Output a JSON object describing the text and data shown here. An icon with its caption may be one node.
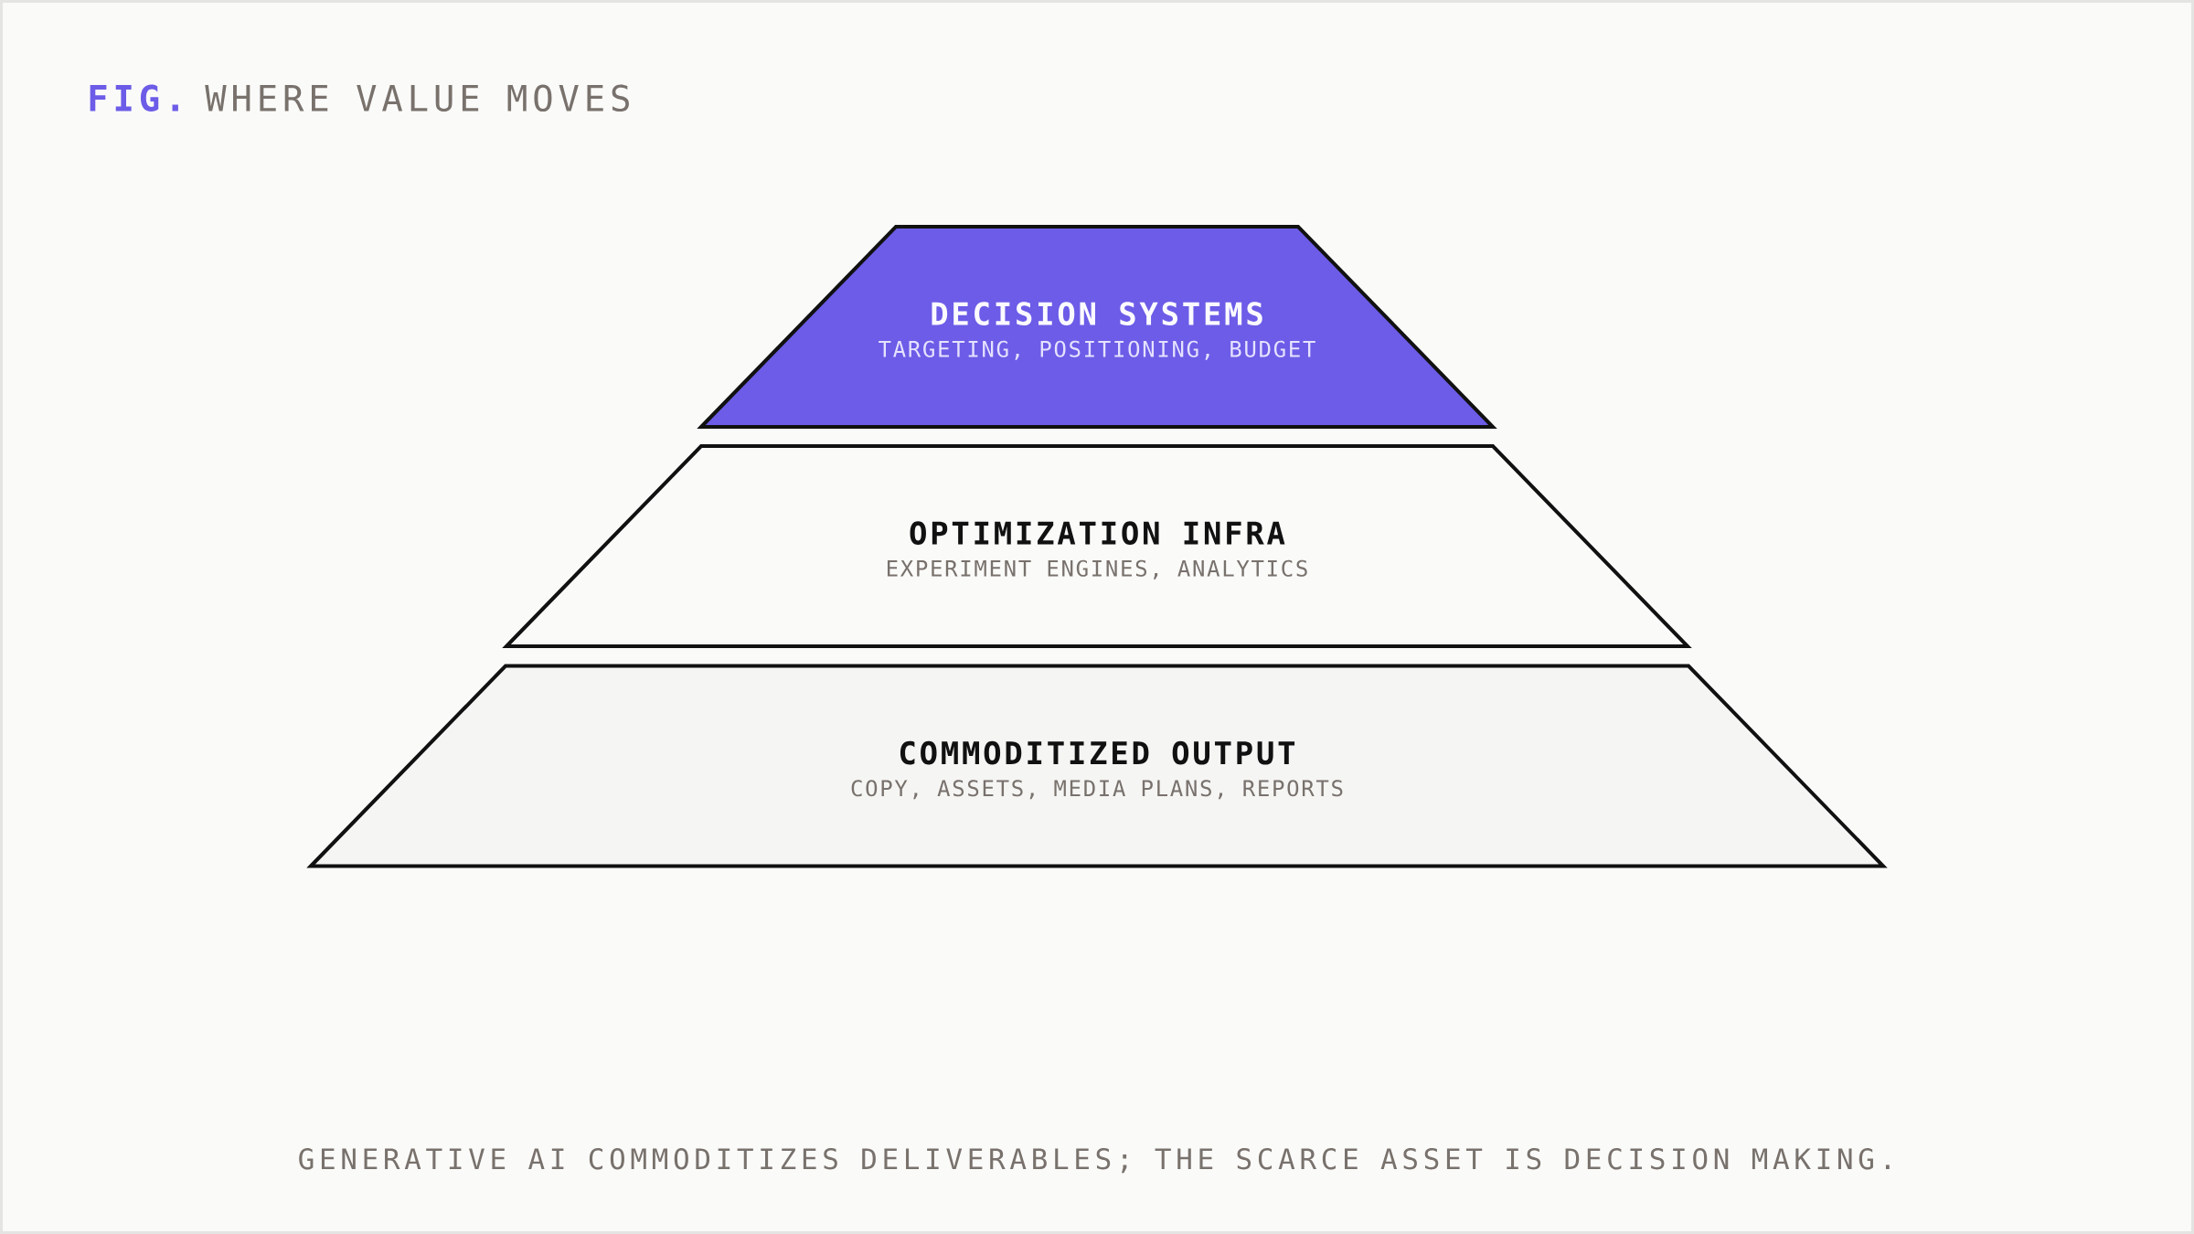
{
  "diagram": {
    "title": "WHERE VALUE MOVES",
    "caption": "GENERATIVE AI COMMODITIZES DELIVERABLES; THE SCARCE ASSET IS DECISION MAKING.",
    "labels": [
      "FIG."
    ],
    "nodes": [
      {
        "text": [
          "DECISION SYSTEMS",
          "TARGETING, POSITIONING, BUDGET"
        ]
      },
      {
        "text": [
          "OPTIMIZATION INFRA",
          "EXPERIMENT ENGINES, ANALYTICS"
        ]
      },
      {
        "text": [
          "COMMODITIZED OUTPUT",
          "COPY, ASSETS, MEDIA PLANS, REPORTS"
        ]
      }
    ]
  }
}
